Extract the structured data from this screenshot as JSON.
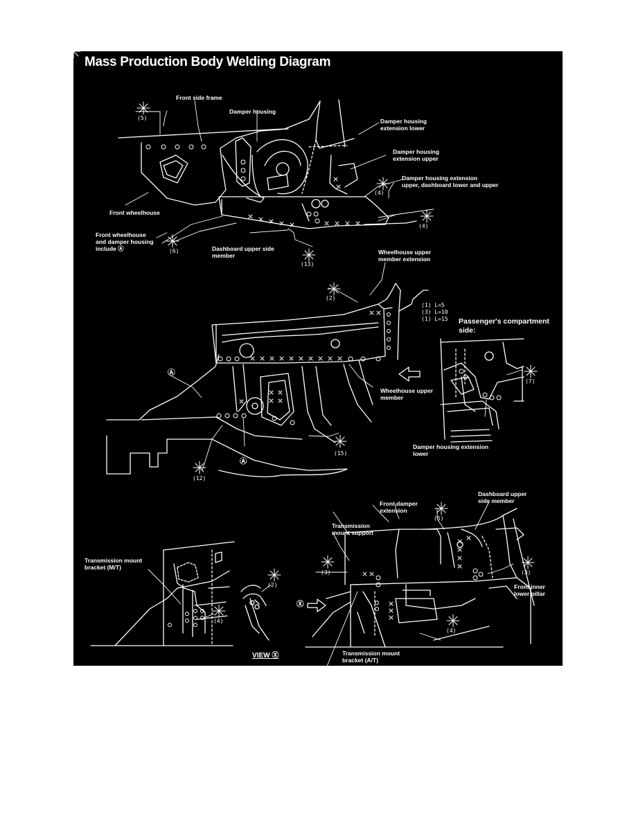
{
  "diagram": {
    "title": "Mass Production Body Welding Diagram",
    "colors": {
      "background": "#000000",
      "ink": "#ffffff",
      "page": "#ffffff"
    },
    "labels": {
      "front_side_frame": "Front side frame",
      "damper_housing": "Damper housing",
      "damper_housing_extension_lower": "Damper housing\nextension lower",
      "damper_housing_extension_upper": "Damper housing\nextension upper",
      "damper_housing_extension_upper_dashboard": "Damper housing extension\nupper, dashboard lower and upper",
      "front_wheelhouse": "Front wheelhouse",
      "front_wheelhouse_and_damper_housing": "Front wheelhouse\nand damper housing\ninclude Ⓐ",
      "dashboard_upper_side_member_1": "Dashboard upper side\nmember",
      "wheelhouse_upper_member_extension": "Wheelhouse upper\nmember extension",
      "passengers_compartment_side": "Passenger's compartment\nside:",
      "wheelhouse_upper_member": "Wheelhouse upper\nmember",
      "damper_housing_extension_lower_2": "Damper housing extension\nlower",
      "front_damper_extension": "Front damper\nextension",
      "dashboard_upper_side_member_2": "Dashboard upper\nside member",
      "transmission_mount_support": "Transmission\nmount support",
      "transmission_mount_bracket_mt": "Transmission mount\nbracket (M/T)",
      "front_inner_lower_pillar": "Front inner\nlower pillar",
      "transmission_mount_bracket_at": "Transmission mount\nbracket (A/T)",
      "view_x": "VIEW Ⓧ",
      "marker_a_1": "Ⓐ",
      "marker_a_2": "Ⓐ",
      "marker_x": "Ⓧ",
      "spot_legend": "(1) L=5\n(3) L=10\n(1) L=15"
    },
    "weld_counts": {
      "c1": "(5)",
      "c2": "(4)",
      "c3": "(4)",
      "c4": "(6)",
      "c5": "(13)",
      "c6": "(2)",
      "c7": "(7)",
      "c8": "(15)",
      "c9": "(12)",
      "c10": "(5)",
      "c11": "(3)",
      "c12": "(3)",
      "c13": "(2)",
      "c14": "(4)",
      "c15": "(4)"
    }
  }
}
